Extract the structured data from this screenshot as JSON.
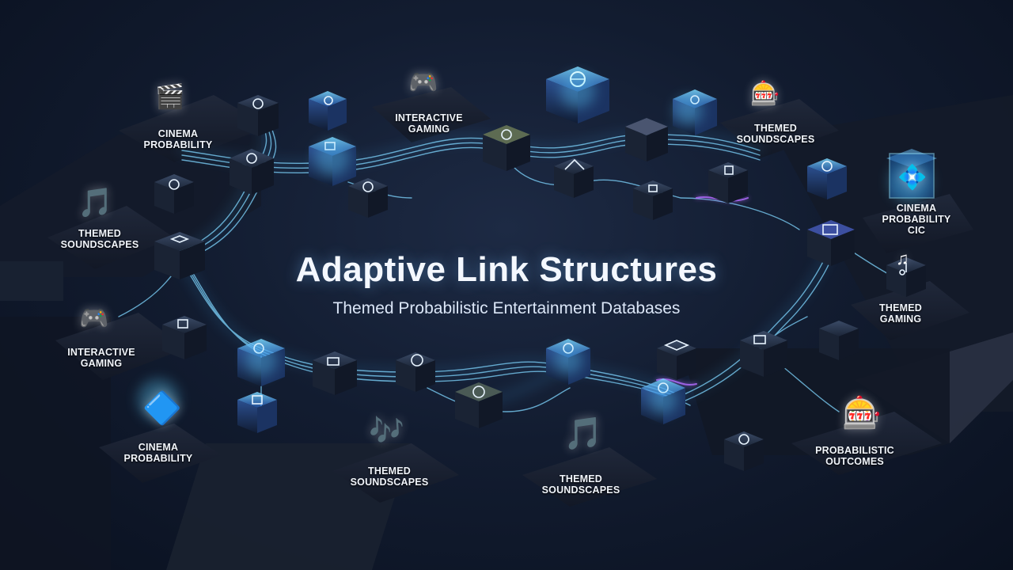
{
  "header": {
    "title": "Adaptive Link Structures",
    "subtitle": "Themed Probabilistic Entertainment Databases"
  },
  "colors": {
    "accent_cyan": "#5fd0ff",
    "accent_blue": "#3a7bff",
    "accent_purple": "#b06cff",
    "accent_pink": "#ff4fb0",
    "panel_dark": "#1a2030"
  },
  "nodes": [
    {
      "id": "cinema-probability-top-left",
      "icon": "clapperboard-icon",
      "glyph": "🎬",
      "line1": "CINEMA",
      "line2": "PROBABILITY"
    },
    {
      "id": "themed-soundscapes-left",
      "icon": "music-note-icon",
      "glyph": "🎵",
      "line1": "THEMED",
      "line2": "SOUNDSCAPES"
    },
    {
      "id": "interactive-gaming-left",
      "icon": "gamepad-icon",
      "glyph": "🎮",
      "line1": "INTERACTIVE",
      "line2": "GAMING"
    },
    {
      "id": "cinema-probability-bottom-left",
      "icon": "cone-icon",
      "glyph": "🔷",
      "line1": "CINEMA",
      "line2": "PROBABILITY"
    },
    {
      "id": "interactive-gaming-top",
      "icon": "gamepad-icon",
      "glyph": "🎮",
      "line1": "INTERACTIVE",
      "line2": "GAMING"
    },
    {
      "id": "themed-soundscapes-top-right",
      "icon": "slot-machine-icon",
      "glyph": "🎰",
      "line1": "THEMED",
      "line2": "SOUNDSCAPES"
    },
    {
      "id": "cinema-probability-right",
      "icon": "hologram-icon",
      "glyph": "💠",
      "line1": "CINEMA",
      "line2": "PROBABILITY",
      "line3": "CIC"
    },
    {
      "id": "themed-gaming-right",
      "icon": "music-note-icon",
      "glyph": "♫",
      "line1": "THEMED",
      "line2": "GAMING"
    },
    {
      "id": "probabilistic-outcomes",
      "icon": "slot-machine-icon",
      "glyph": "🎰",
      "line1": "PROBABILISTIC",
      "line2": "OUTCOMES"
    },
    {
      "id": "themed-soundscapes-bottom-center-left",
      "icon": "music-splash-icon",
      "glyph": "🎶",
      "line1": "THEMED",
      "line2": "SOUNDSCAPES"
    },
    {
      "id": "themed-soundscapes-bottom-center",
      "icon": "music-note-icon",
      "glyph": "🎵",
      "line1": "THEMED",
      "line2": "SOUNDSCAPES"
    }
  ]
}
